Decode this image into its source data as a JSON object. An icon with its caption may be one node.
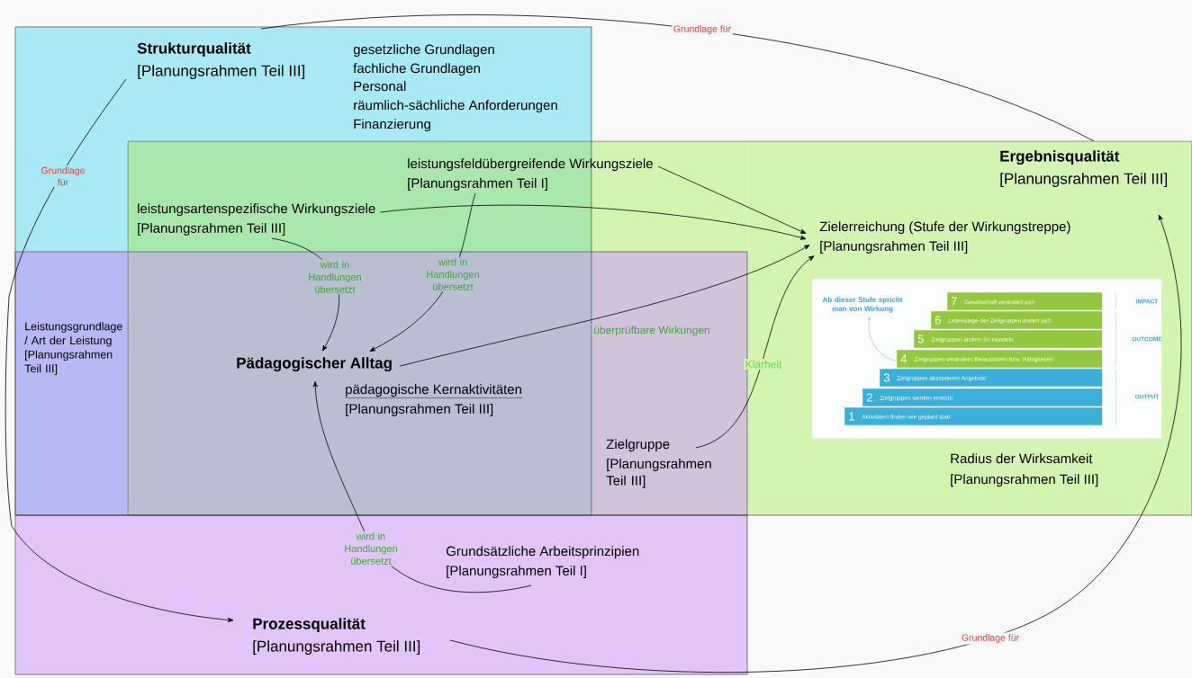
{
  "diagram": {
    "nodes": [
      {
        "text": [
          "Strukturqualität",
          "[Planungsrahmen Teil III]",
          "gesetzliche Grundlagen",
          "fachliche Grundlagen",
          "Personal",
          "räumlich-sächliche Anforderungen",
          "Finanzierung"
        ]
      },
      {
        "text": [
          "Ergebnisqualität",
          "[Planungsrahmen Teil III]"
        ]
      },
      {
        "text": [
          "Leistungsgrundlage / Art der Leistung [Planungsrahmen Teil III]"
        ]
      },
      {
        "text": [
          "Prozessqualität",
          "[Planungsrahmen Teil III]"
        ]
      },
      {
        "text": [
          "leistungsfeldübergreifende Wirkungsziele",
          "[Planungsrahmen Teil I]"
        ]
      },
      {
        "text": [
          "leistungsartenspezifische Wirkungsziele",
          "[Planungsrahmen Teil III]"
        ]
      },
      {
        "text": [
          "Zielerreichung (Stufe der Wirkungstreppe)",
          "[Planungsrahmen Teil III]"
        ],
        "in": 1
      },
      {
        "text": [
          "Pädagogischer Alltag",
          "pädagogische Kernaktivitäten",
          "[Planungsrahmen Teil III]"
        ]
      },
      {
        "text": [
          "Zielgruppe",
          "[Planungsrahmen Teil III]"
        ]
      },
      {
        "text": [
          "IMPACT",
          "OUTCOME",
          "OUTPUT"
        ],
        "in": 1
      },
      {
        "text": [
          "Ab dieser Stufe spricht man von Wirkung"
        ],
        "in": 9
      },
      {
        "text": [
          "7",
          "Gesellschaft verändert sich"
        ],
        "in": 9
      },
      {
        "text": [
          "6",
          "Lebenslage der Zielgruppen ändert sich"
        ],
        "in": 9
      },
      {
        "text": [
          "5",
          "Zielgruppen ändern ihr Handeln"
        ],
        "in": 9
      },
      {
        "text": [
          "4",
          "Zielgruppen verändern Bewusstsein bzw. Fähigkeiten"
        ],
        "in": 9
      },
      {
        "text": [
          "3",
          "Zielgruppen akzeptieren Angebote"
        ],
        "in": 9
      },
      {
        "text": [
          "2",
          "Zielgruppen werden erreicht"
        ],
        "in": 9
      },
      {
        "text": [
          "1",
          "Aktivitäten finden wie geplant statt"
        ],
        "in": 9
      },
      {
        "text": [
          "Grundsätzliche Arbeitsprinzipien",
          "[Planungsrahmen Teil I]"
        ],
        "in": 3
      }
    ],
    "edges": [
      {
        "from": 0,
        "to": 1,
        "arrow": "none",
        "label": "Grundlage für"
      },
      {
        "from": 0,
        "to": 3,
        "arrow": "to",
        "label": "Grundlage für"
      },
      {
        "from": 3,
        "to": 1,
        "arrow": "to",
        "label": "Grundlage für"
      },
      {
        "from": 4,
        "to": 6,
        "arrow": "to"
      },
      {
        "from": 5,
        "to": 6,
        "arrow": "to"
      },
      {
        "from": 5,
        "to": 7,
        "arrow": "to",
        "label": "wird in Handlungen übersetzt"
      },
      {
        "from": 4,
        "to": 7,
        "arrow": "to",
        "label": "wird in Handlungen übersetzt"
      },
      {
        "from": 7,
        "to": 6,
        "arrow": "to",
        "label": "überprüfbare Wirkungen"
      },
      {
        "from": 8,
        "to": 6,
        "arrow": "to",
        "label": "Klarheit"
      },
      {
        "from": 18,
        "to": 7,
        "arrow": "to",
        "label": "wird in Handlungen übersetzt"
      },
      {
        "from": 14,
        "to": 10,
        "arrow": "to",
        "color": "#a8c4d4"
      }
    ],
    "labels": [
      "Radius der Wirksamkeit",
      "[Planungsrahmen Teil III]"
    ]
  }
}
